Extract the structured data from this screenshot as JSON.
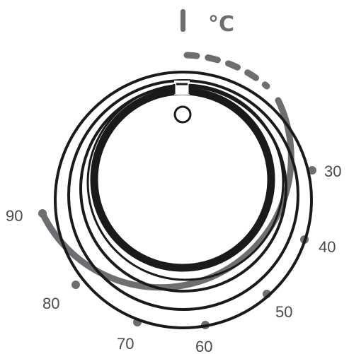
{
  "unit": "°C",
  "power_mark": "I",
  "temperatures": [
    "30",
    "40",
    "50",
    "60",
    "70",
    "80",
    "90"
  ],
  "colors": {
    "scale": "#6d6e71",
    "knob": "#1a1a1a",
    "text": "#4a4b4d",
    "background": "#ffffff"
  },
  "icons": [
    "power-on-icon",
    "pointer-notch-icon",
    "indicator-dot-icon"
  ]
}
